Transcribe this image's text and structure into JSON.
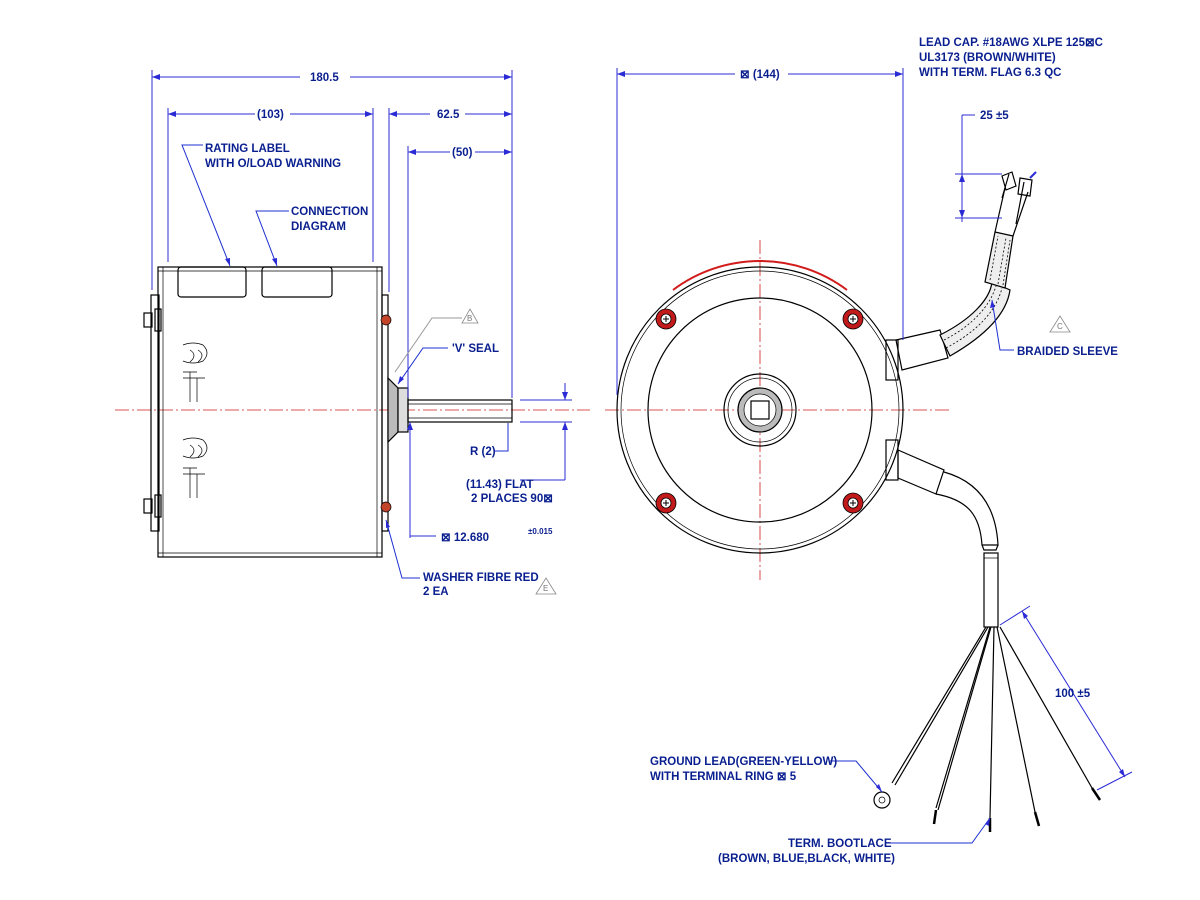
{
  "side_view": {
    "dim_overall": "180.5",
    "dim_body": "(103)",
    "dim_shaft_total": "62.5",
    "dim_shaft": "(50)",
    "note_rating_label": [
      "RATING LABEL",
      "WITH O/LOAD WARNING"
    ],
    "note_connection": [
      "CONNECTION",
      "DIAGRAM"
    ],
    "note_v_seal": "'V' SEAL",
    "note_radius": "R (2)",
    "note_flat": [
      "(11.43) FLAT",
      "2 PLACES 90⊠"
    ],
    "note_shaft_dia": "⊠  12.680",
    "note_shaft_tol": "±0.015",
    "note_washer": [
      "WASHER FIBRE RED",
      "2 EA"
    ],
    "flag_b": "B",
    "flag_e": "E"
  },
  "front_view": {
    "dim_diameter": "⊠ (144)",
    "note_lead_cap": [
      "LEAD CAP. #18AWG XLPE 125⊠C",
      "UL3173 (BROWN/WHITE)",
      "WITH TERM. FLAG 6.3 QC"
    ],
    "dim_lead_cap": "25 ±5",
    "note_braided": "BRAIDED SLEEVE",
    "flag_c": "C",
    "dim_leads": "100 ±5",
    "note_ground": [
      "GROUND LEAD(GREEN-YELLOW)",
      "WITH TERMINAL RING ⊠  5"
    ],
    "note_bootlace": [
      "TERM. BOOTLACE",
      "(BROWN, BLUE,BLACK, WHITE)"
    ]
  }
}
